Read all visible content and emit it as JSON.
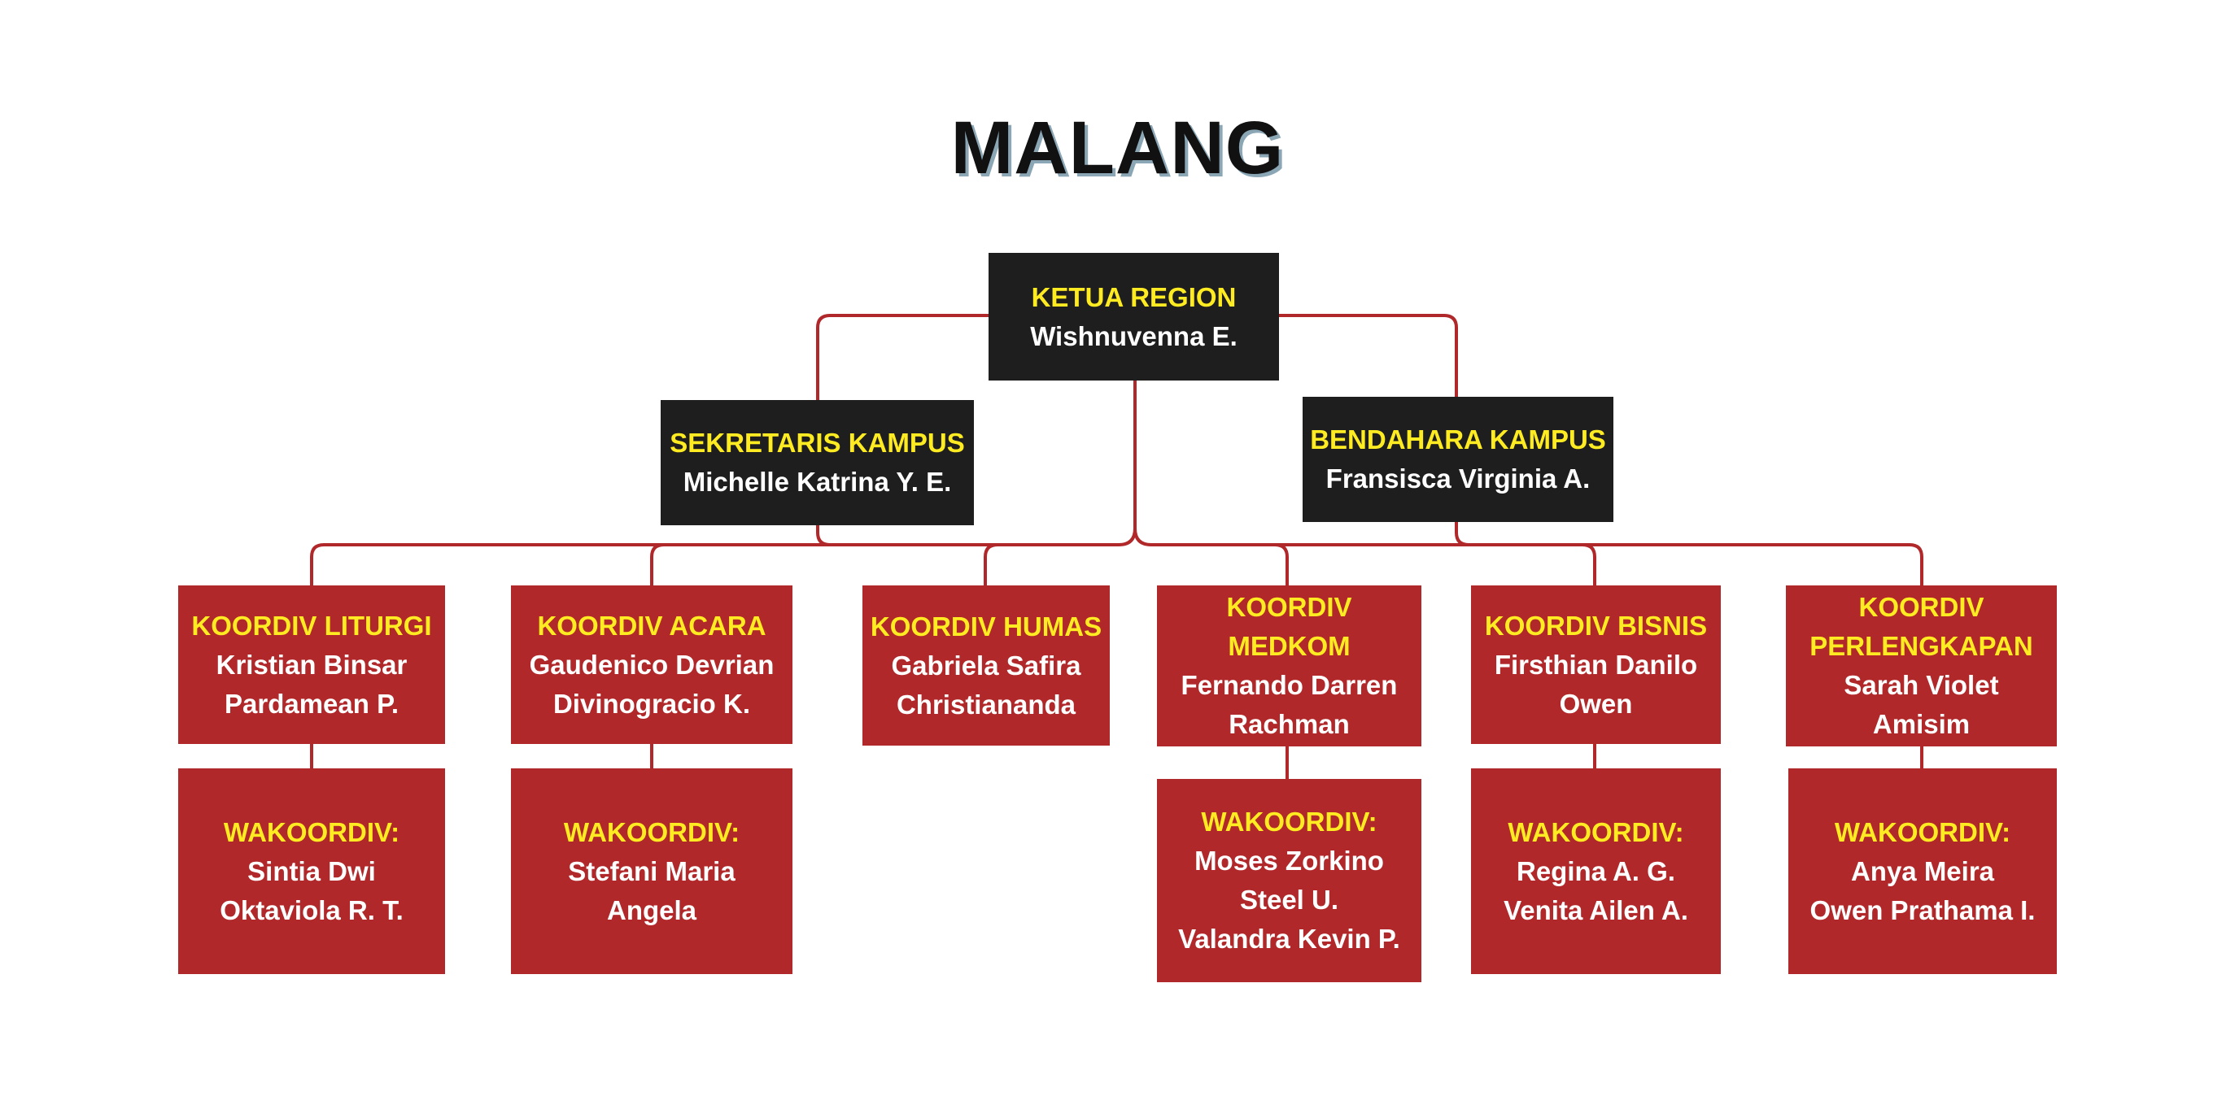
{
  "title": "MALANG",
  "colors": {
    "dark_box": "#1e1e1e",
    "red_box": "#b0282a",
    "role_text": "#ffeb21",
    "name_text": "#ffffff",
    "connector": "#b0282a"
  },
  "nodes": {
    "ketua": {
      "role": "KETUA REGION",
      "names": [
        "Wishnuvenna E."
      ]
    },
    "sekretaris": {
      "role": "SEKRETARIS KAMPUS",
      "names": [
        "Michelle Katrina Y. E."
      ]
    },
    "bendahara": {
      "role": "BENDAHARA KAMPUS",
      "names": [
        "Fransisca Virginia A."
      ]
    },
    "liturgi": {
      "role": "KOORDIV LITURGI",
      "names": [
        "Kristian Binsar",
        "Pardamean P."
      ]
    },
    "acara": {
      "role": "KOORDIV ACARA",
      "names": [
        "Gaudenico Devrian",
        "Divinogracio K."
      ]
    },
    "humas": {
      "role": "KOORDIV HUMAS",
      "names": [
        "Gabriela Safira",
        "Christiananda"
      ]
    },
    "medkom": {
      "role": [
        "KOORDIV",
        "MEDKOM"
      ],
      "names": [
        "Fernando Darren",
        "Rachman"
      ]
    },
    "bisnis": {
      "role": "KOORDIV BISNIS",
      "names": [
        "Firsthian Danilo",
        "Owen"
      ]
    },
    "perlengkapan": {
      "role": [
        "KOORDIV",
        "PERLENGKAPAN"
      ],
      "names": [
        "Sarah Violet",
        "Amisim"
      ]
    },
    "wak_liturgi": {
      "role": "WAKOORDIV:",
      "names": [
        "Sintia Dwi",
        "Oktaviola R. T."
      ]
    },
    "wak_acara": {
      "role": "WAKOORDIV:",
      "names": [
        "Stefani Maria",
        "Angela"
      ]
    },
    "wak_medkom": {
      "role": "WAKOORDIV:",
      "names": [
        "Moses Zorkino",
        "Steel U.",
        "Valandra Kevin P."
      ]
    },
    "wak_bisnis": {
      "role": "WAKOORDIV:",
      "names": [
        "Regina A. G.",
        "Venita Ailen A."
      ]
    },
    "wak_perlengkapan": {
      "role": "WAKOORDIV:",
      "names": [
        "Anya Meira",
        "Owen Prathama I."
      ]
    }
  }
}
